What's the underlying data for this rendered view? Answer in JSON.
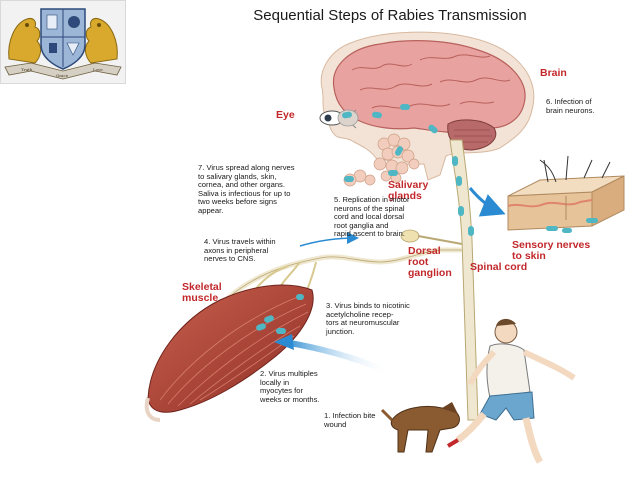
{
  "slide": {
    "title": "Sequential Steps of Rabies Transmission"
  },
  "logo": {
    "description": "institution crest",
    "banner_words": [
      "Truth",
      "Grace",
      "Love"
    ]
  },
  "labels": {
    "brain": "Brain",
    "eye": "Eye",
    "salivary_glands": "Salivary\nglands",
    "dorsal_root_ganglion": "Dorsal\nroot\nganglion",
    "spinal_cord": "Spinal cord",
    "sensory_nerves": "Sensory nerves\nto skin",
    "skeletal_muscle": "Skeletal\nmuscle"
  },
  "steps": [
    {
      "text": "1. Infection bite\nwound"
    },
    {
      "text": "2. Virus multiples\nlocally in\nmyocytes for\nweeks or months."
    },
    {
      "text": "3. Virus binds to nicotinic\nacetylcholine recep-\ntors at neuromuscular\njunction."
    },
    {
      "text": "4. Virus travels within\naxons in peripheral\nnerves to CNS."
    },
    {
      "text": "5. Replication in motor\nneurons of the spinal\ncord and local dorsal\nroot ganglia and\nrapid ascent to brain."
    },
    {
      "text": "6. Infection of\nbrain neurons."
    },
    {
      "text": "7. Virus spread along nerves\nto salivary glands, skin,\ncornea, and other organs.\nSaliva is infectious for up to\ntwo weeks before signs\nappear."
    }
  ],
  "colors": {
    "label_red": "#c2282b",
    "arrow_blue": "#2a8bd2",
    "virus_teal": "#4fb7c4",
    "brain_pink": "#e8a3a0",
    "muscle_red": "#b5473a"
  }
}
